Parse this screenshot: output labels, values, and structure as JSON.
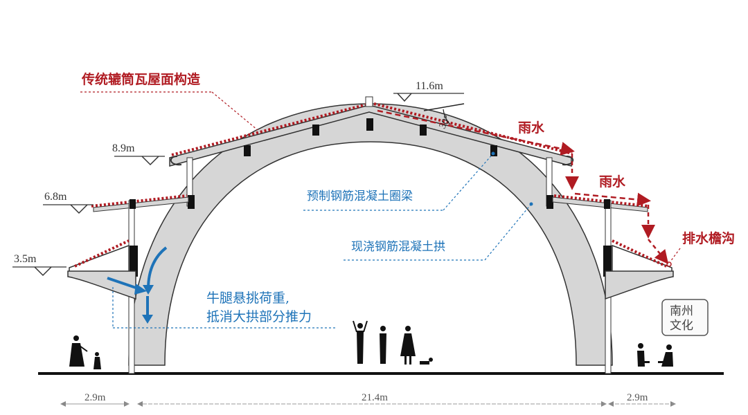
{
  "labels": {
    "roof_structure": "传统辘筒瓦屋面构造",
    "precast_ring_beam": "预制钢筋混凝土圈梁",
    "cast_arch": "现浇钢筋混凝土拱",
    "cantilever_line1": "牛腿悬挑荷重,",
    "cantilever_line2": "抵消大拱部分推力",
    "rain_water_1": "雨水",
    "rain_water_2": "雨水",
    "drain_gutter": "排水檐沟",
    "slope_angle": "30°"
  },
  "elevations": {
    "top": "11.6m",
    "upper_eave": "8.9m",
    "middle_eave": "6.8m",
    "lower_eave": "3.5m"
  },
  "dimensions": {
    "left_span": "2.9m",
    "center_span": "21.4m",
    "right_span": "2.9m"
  },
  "stamp": {
    "line1": "南州",
    "line2": "文化"
  },
  "colors": {
    "annotation_red": "#b01b22",
    "annotation_blue": "#1e73b8",
    "arch_fill": "#d6d6d6",
    "structure_dark": "#111111"
  }
}
